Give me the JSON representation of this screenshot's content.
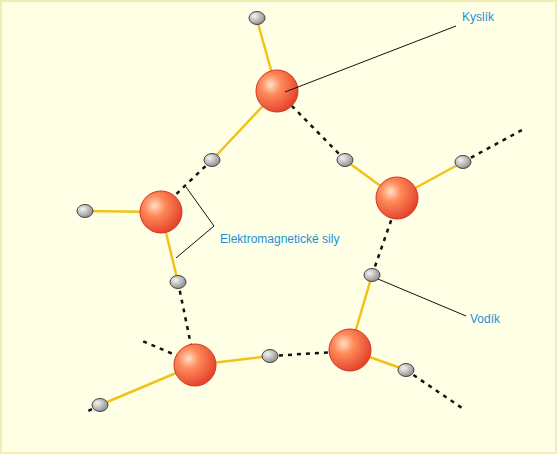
{
  "diagram": {
    "labels": [
      "Kyslík",
      "Elektromagnetické sily",
      "Vodík"
    ]
  }
}
